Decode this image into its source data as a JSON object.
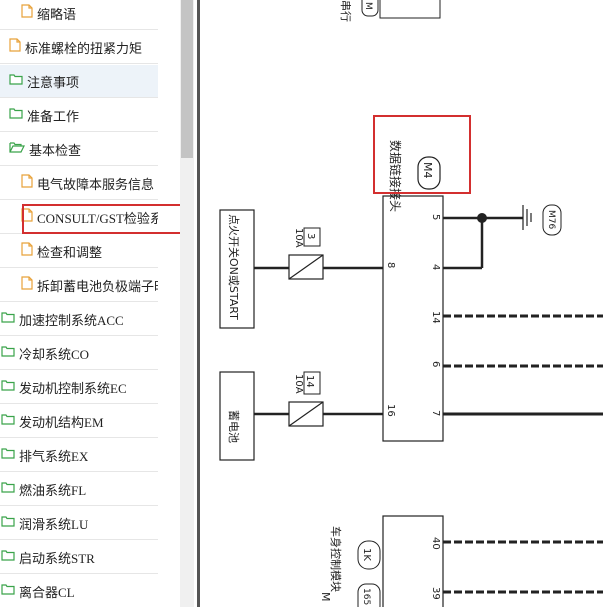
{
  "nav": {
    "items": [
      {
        "label": "缩略语",
        "level": 2,
        "icon": "file-icon"
      },
      {
        "label": "标准螺栓的扭紧力矩",
        "level": 1,
        "icon": "file-icon"
      },
      {
        "label": "注意事项",
        "level": 1,
        "icon": "folder-icon",
        "selected": true
      },
      {
        "label": "准备工作",
        "level": 1,
        "icon": "folder-icon"
      },
      {
        "label": "基本检查",
        "level": 1,
        "icon": "folder-open-icon"
      },
      {
        "label": "电气故障本服务信息",
        "level": 2,
        "icon": "file-icon"
      },
      {
        "label": "CONSULT/GST检验系统",
        "level": 2,
        "icon": "file-icon",
        "highlighted": true
      },
      {
        "label": "检查和调整",
        "level": 2,
        "icon": "file-icon"
      },
      {
        "label": "拆卸蓄电池负极端子时的",
        "level": 2,
        "icon": "file-icon"
      },
      {
        "label": "加速控制系统ACC",
        "level": 0,
        "icon": "folder-icon"
      },
      {
        "label": "冷却系统CO",
        "level": 0,
        "icon": "folder-icon"
      },
      {
        "label": "发动机控制系统EC",
        "level": 0,
        "icon": "folder-icon"
      },
      {
        "label": "发动机结构EM",
        "level": 0,
        "icon": "folder-icon"
      },
      {
        "label": "排气系统EX",
        "level": 0,
        "icon": "folder-icon"
      },
      {
        "label": "燃油系统FL",
        "level": 0,
        "icon": "folder-icon"
      },
      {
        "label": "润滑系统LU",
        "level": 0,
        "icon": "folder-icon"
      },
      {
        "label": "启动系统STR",
        "level": 0,
        "icon": "folder-icon"
      },
      {
        "label": "离合器CL",
        "level": 0,
        "icon": "folder-icon"
      }
    ]
  },
  "diagram": {
    "top_label": "串行",
    "top_connector": "M",
    "connector_name": "数据链接接头",
    "connector_code": "M4",
    "ground_code": "M76",
    "ignition_label": "点火开关ON或START",
    "battery_label": "蓄电池",
    "fuse1_amp": "10A",
    "fuse1_num": "3",
    "fuse2_amp": "10A",
    "fuse2_num": "14",
    "pins": [
      "5",
      "4",
      "8",
      "14",
      "6",
      "16",
      "7",
      "40",
      "39"
    ],
    "bottom_label": "车身控制模块",
    "bottom_code": "1K",
    "bottom_code2": "165",
    "bottom_prefix": "M"
  },
  "colors": {
    "highlight": "#d32f2f",
    "file_icon": "#e8a23a",
    "folder_icon": "#3aa34a",
    "selected_bg": "#edf3f9"
  }
}
